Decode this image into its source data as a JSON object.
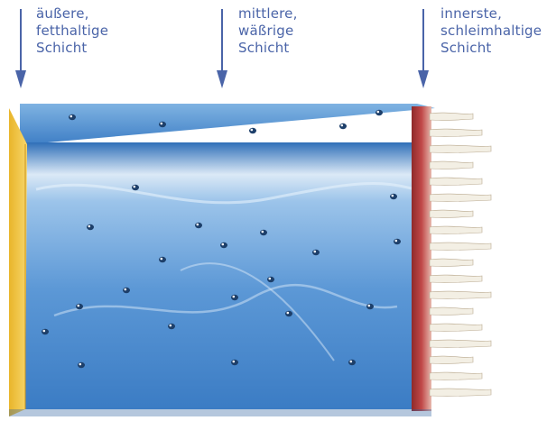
{
  "layers": {
    "outer": {
      "lines": [
        "äußere,",
        "fetthaltige",
        "Schicht"
      ]
    },
    "middle": {
      "lines": [
        "mittlere,",
        "wäßrige",
        "Schicht"
      ]
    },
    "inner": {
      "lines": [
        "innerste,",
        "schleimhaltige",
        "Schicht"
      ]
    }
  },
  "colors": {
    "label": "#4a64a8",
    "arrow": "#4a64a8",
    "lipid_layer": "#f2c43a",
    "aqueous_layer": "#4f8fd2",
    "aqueous_highlight": "#cfe3f6",
    "mucin_layer": "#b23b3b",
    "mucin_villi": "#f3efe4"
  },
  "icons": {
    "arrow": "arrow-down-icon"
  }
}
